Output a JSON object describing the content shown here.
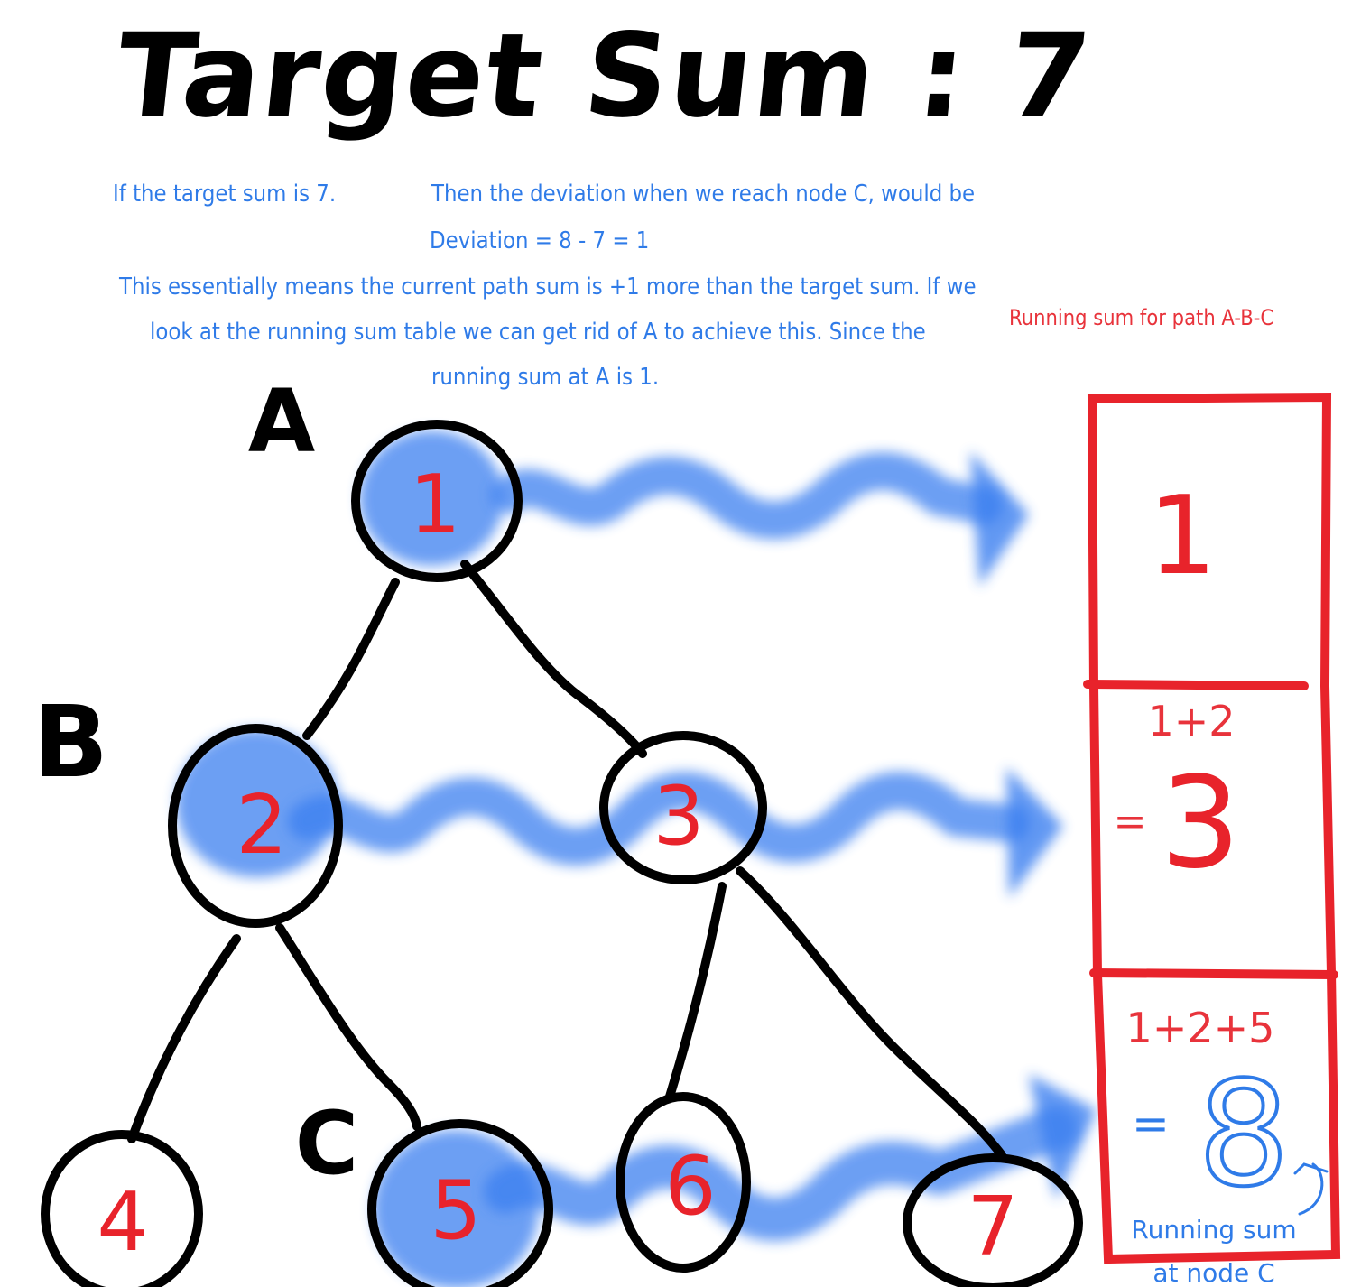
{
  "title": "Target Sum : 7",
  "notes": {
    "line1_left": "If the target sum is 7.",
    "line1_right": "Then the deviation when we reach node C, would be",
    "line2": "Deviation = 8 - 7  = 1",
    "para_line1": "This essentially means the current path sum is +1 more than the target sum. If we",
    "para_line2": "look at the running sum table we can get rid of A to achieve this. Since the",
    "para_line3": "running sum at A is 1."
  },
  "labels": {
    "a": "A",
    "b": "B",
    "c": "C"
  },
  "nodes": [
    "1",
    "2",
    "3",
    "4",
    "5",
    "6",
    "7"
  ],
  "table": {
    "caption": "Running sum for path A-B-C",
    "cell1_value": "1",
    "cell2_expr": "1+2",
    "cell2_eq": "=",
    "cell2_value": "3",
    "cell3_expr": "1+2+5",
    "cell3_eq": "=",
    "cell3_value": "8",
    "pointer_line1": "Running sum",
    "pointer_line2": "at node C"
  },
  "colors": {
    "ink": "#000000",
    "red": "#e8232b",
    "blue": "#2f7be8",
    "highlight": "#3b7ff0"
  }
}
